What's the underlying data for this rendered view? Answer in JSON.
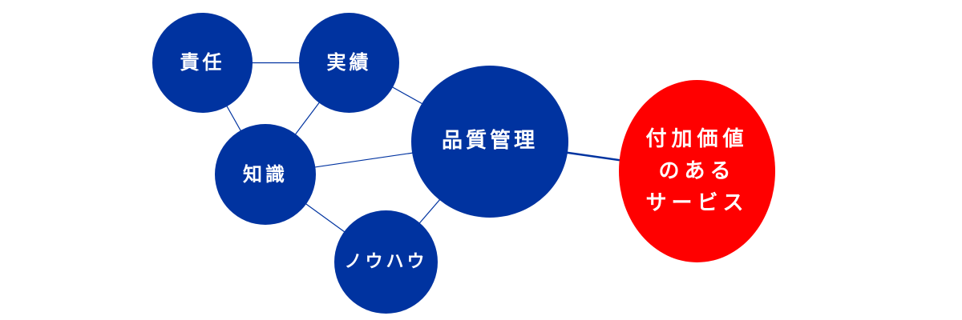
{
  "colors": {
    "node_blue": "#0033a0",
    "node_red": "#ff0000",
    "edge": "#0033a0",
    "background": "#ffffff"
  },
  "nodes": {
    "sekinin": {
      "label": "責任"
    },
    "jisseki": {
      "label": "実績"
    },
    "chishiki": {
      "label": "知識"
    },
    "knowhow": {
      "label": "ノウハウ"
    },
    "hinshitsu": {
      "label": "品質管理"
    },
    "service": {
      "label": "付加価値\nのある\nサービス"
    }
  },
  "edges": [
    [
      "sekinin",
      "jisseki"
    ],
    [
      "sekinin",
      "chishiki"
    ],
    [
      "jisseki",
      "chishiki"
    ],
    [
      "jisseki",
      "hinshitsu"
    ],
    [
      "chishiki",
      "hinshitsu"
    ],
    [
      "chishiki",
      "knowhow"
    ],
    [
      "knowhow",
      "hinshitsu"
    ],
    [
      "hinshitsu",
      "service"
    ]
  ]
}
